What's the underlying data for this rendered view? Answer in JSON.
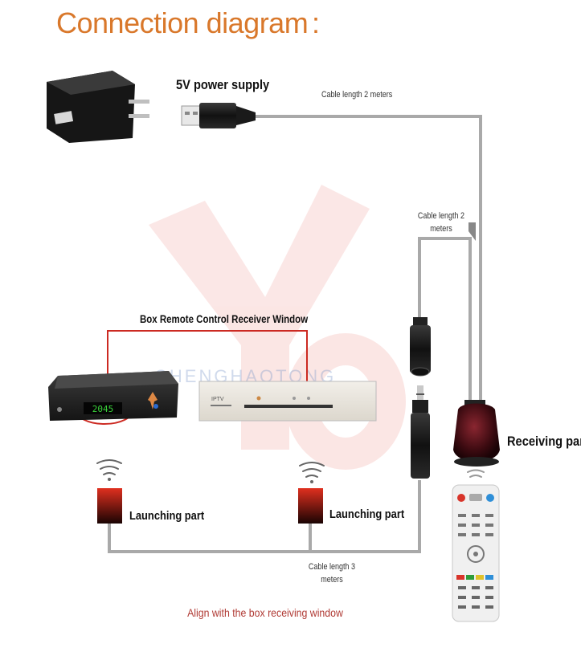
{
  "title": "Connection diagram",
  "title_colon": ":",
  "labels": {
    "power_supply": "5V power supply",
    "cable_top": "Cable length 2 meters",
    "cable_right_line1": "Cable length 2",
    "cable_right_line2": "meters",
    "box_window": "Box Remote Control Receiver Window",
    "receiving_part": "Receiving part",
    "launching_part_left": "Launching part",
    "launching_part_right": "Launching part",
    "cable_bottom_line1": "Cable length 3",
    "cable_bottom_line2": "meters",
    "footer": "Align with the box receiving window"
  },
  "devices": {
    "box_left_display": "2045",
    "box_right_brand": "IPTV"
  },
  "watermark": "CHENGHAOTONG",
  "colors": {
    "title": "#d9782b",
    "cable": "#a9a9a9",
    "highlight": "#cc2a22",
    "footer": "#b03a34"
  },
  "icons": [
    "power-adapter-icon",
    "usb-plug-icon",
    "set-top-box-icon",
    "iptv-box-icon",
    "ir-receiver-icon",
    "ir-emitter-icon",
    "wifi-signal-icon",
    "remote-control-icon",
    "audio-jack-icon"
  ]
}
